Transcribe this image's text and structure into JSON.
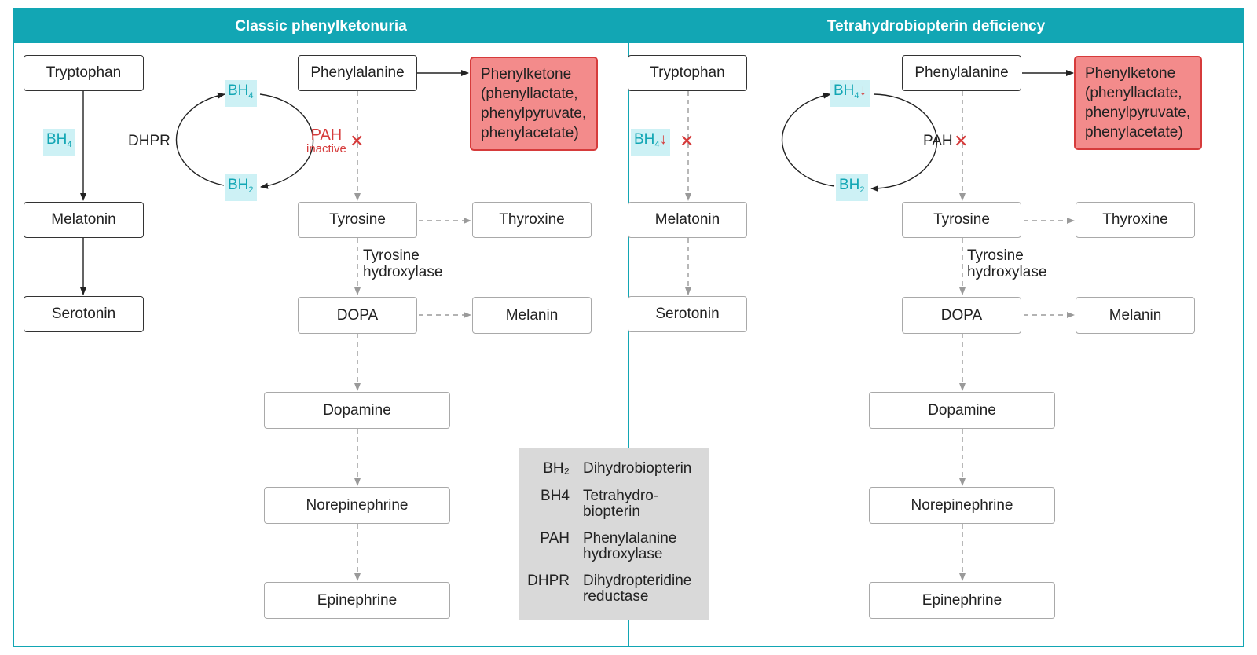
{
  "panels": {
    "left": {
      "title": "Classic phenylketonuria",
      "boxes": {
        "tryptophan": "Tryptophan",
        "melatonin": "Melatonin",
        "serotonin": "Serotonin",
        "phenylalanine": "Phenylalanine",
        "phenylketone": "Phenylketone\n(phenyllactate,\nphenylpyruvate,\nphenylacetate)",
        "tyrosine": "Tyrosine",
        "thyroxine": "Thyroxine",
        "dopa": "DOPA",
        "melanin": "Melanin",
        "dopamine": "Dopamine",
        "norepinephrine": "Norepinephrine",
        "epinephrine": "Epinephrine"
      },
      "labels": {
        "dhpr": "DHPR",
        "pah": "PAH",
        "pah_status": "inactive",
        "tyrosine_hydroxylase": "Tyrosine\nhydroxylase",
        "bh4_tag": "BH",
        "bh4_sub": "4",
        "bh2_tag": "BH",
        "bh2_sub": "2",
        "side_bh4": "BH",
        "side_bh4_sub": "4"
      }
    },
    "right": {
      "title": "Tetrahydrobiopterin deficiency",
      "boxes": {
        "tryptophan": "Tryptophan",
        "melatonin": "Melatonin",
        "serotonin": "Serotonin",
        "phenylalanine": "Phenylalanine",
        "phenylketone": "Phenylketone\n(phenyllactate,\nphenylpyruvate,\nphenylacetate)",
        "tyrosine": "Tyrosine",
        "thyroxine": "Thyroxine",
        "dopa": "DOPA",
        "melanin": "Melanin",
        "dopamine": "Dopamine",
        "norepinephrine": "Norepinephrine",
        "epinephrine": "Epinephrine"
      },
      "labels": {
        "pah": "PAH",
        "tyrosine_hydroxylase": "Tyrosine\nhydroxylase",
        "bh4_tag": "BH",
        "bh4_sub": "4",
        "bh2_tag": "BH",
        "bh2_sub": "2",
        "side_bh4": "BH",
        "side_bh4_sub": "4",
        "down_arrow": "↓"
      }
    }
  },
  "legend": [
    {
      "abbr": "BH₂",
      "definition": "Dihydrobiopterin"
    },
    {
      "abbr": "BH4",
      "definition": "Tetrahydro-\nbiopterin"
    },
    {
      "abbr": "PAH",
      "definition": "Phenylalanine\nhydroxylase"
    },
    {
      "abbr": "DHPR",
      "definition": "Dihydropteridine\nreductase"
    }
  ],
  "symbols": {
    "cross": "✕"
  },
  "colors": {
    "teal": "#12a6b4",
    "red": "#d63b3b",
    "pink": "#f38b8b",
    "tag_bg": "#cdf1f5",
    "legend_bg": "#d9d9d9"
  }
}
